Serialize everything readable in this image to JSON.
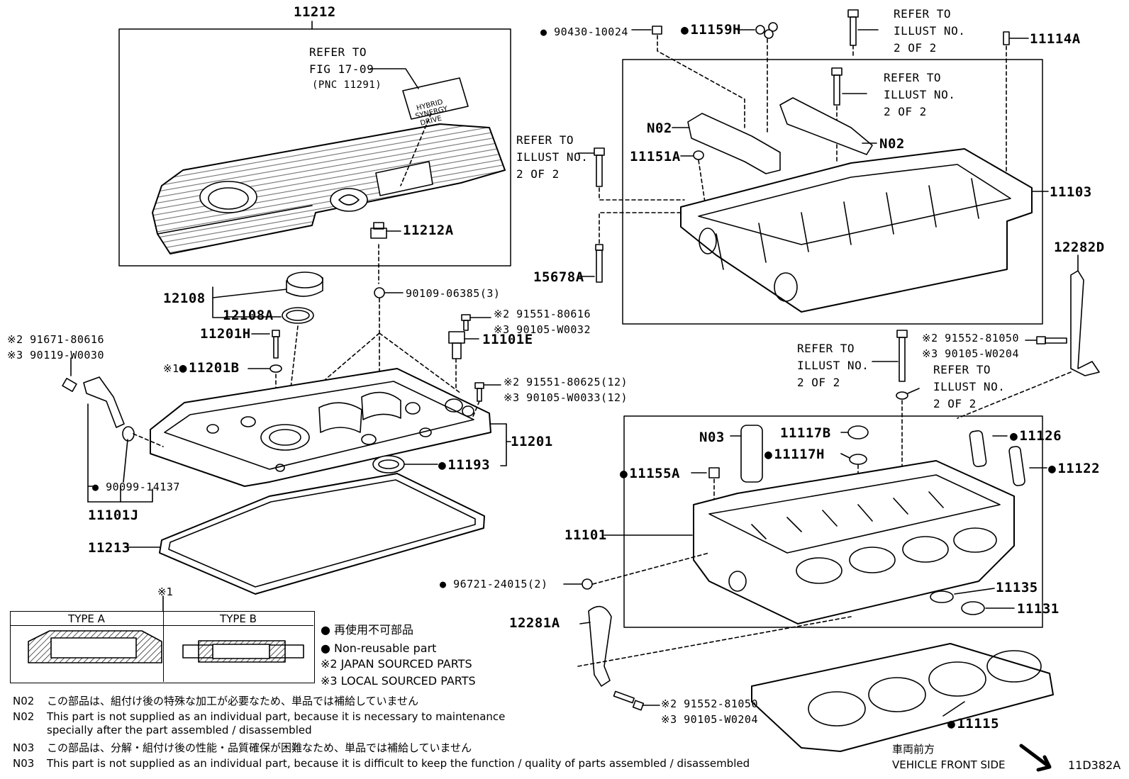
{
  "diagram_id": "11D382A",
  "parts": {
    "p11212": "11212",
    "p11212A": "11212A",
    "p12108": "12108",
    "p12108A": "12108A",
    "p11201H": "11201H",
    "p11201B": "11201B",
    "p11201": "11201",
    "p11101E": "11101E",
    "p11193": "11193",
    "p11101J": "11101J",
    "p11213": "11213",
    "p11159H": "11159H",
    "p11114A": "11114A",
    "p11151A": "11151A",
    "p11103": "11103",
    "p15678A": "15678A",
    "p12282D": "12282D",
    "p11117B": "11117B",
    "p11117H": "11117H",
    "p11126": "11126",
    "p11122": "11122",
    "p11155A": "11155A",
    "p11101": "11101",
    "p11135": "11135",
    "p11131": "11131",
    "p12281A": "12281A",
    "p11115": "11115",
    "n02a": "N02",
    "n02b": "N02",
    "n03": "N03"
  },
  "fasteners": {
    "f90109": "90109-06385(3)",
    "f91551_80616": "※2 91551-80616",
    "f90105_W0032": "※3 90105-W0032",
    "f91551_80625": "※2 91551-80625(12)",
    "f90105_W0033": "※3 90105-W0033(12)",
    "f91671": "※2 91671-80616",
    "f90119": "※3 90119-W0030",
    "f90099": "90099-14137",
    "f90430": "90430-10024",
    "f91552_top": "※2 91552-81050",
    "f90105_W0204_top": "※3 90105-W0204",
    "f96721": "96721-24015(2)",
    "f91552_bot": "※2 91552-81050",
    "f90105_W0204_bot": "※3 90105-W0204",
    "mark1": "※1"
  },
  "refer": {
    "fig_line1": "REFER TO",
    "fig_line2": "FIG 17-09",
    "fig_line3": "(PNC 11291)",
    "cover_text": "HYBRID SYNERGY DRIVE",
    "illust_line1": "REFER TO",
    "illust_line2": "ILLUST NO.",
    "illust_line3": "2 OF 2"
  },
  "type_box": {
    "type_a": "TYPE A",
    "type_b": "TYPE B"
  },
  "legend": {
    "nonreusable_jp": "● 再使用不可部品",
    "nonreusable_en": "● Non-reusable part",
    "japan": "※2 JAPAN SOURCED PARTS",
    "local": "※3 LOCAL SOURCED PARTS"
  },
  "notes": {
    "n02_jp_code": "N02",
    "n02_jp": "この部品は、組付け後の特殊な加工が必要なため、単品では補給していません",
    "n02_en_code": "N02",
    "n02_en_1": "This part is not supplied as an individual part, because it is necessary to maintenance",
    "n02_en_2": "specially after the part assembled / disassembled",
    "n03_jp_code": "N03",
    "n03_jp": "この部品は、分解・組付け後の性能・品質確保が困難なため、単品では補給していません",
    "n03_en_code": "N03",
    "n03_en": "This part is not supplied as an individual part, because it is difficult to keep the function / quality of parts  assembled / disassembled"
  },
  "front": {
    "jp": "車両前方",
    "en": "VEHICLE FRONT SIDE"
  }
}
